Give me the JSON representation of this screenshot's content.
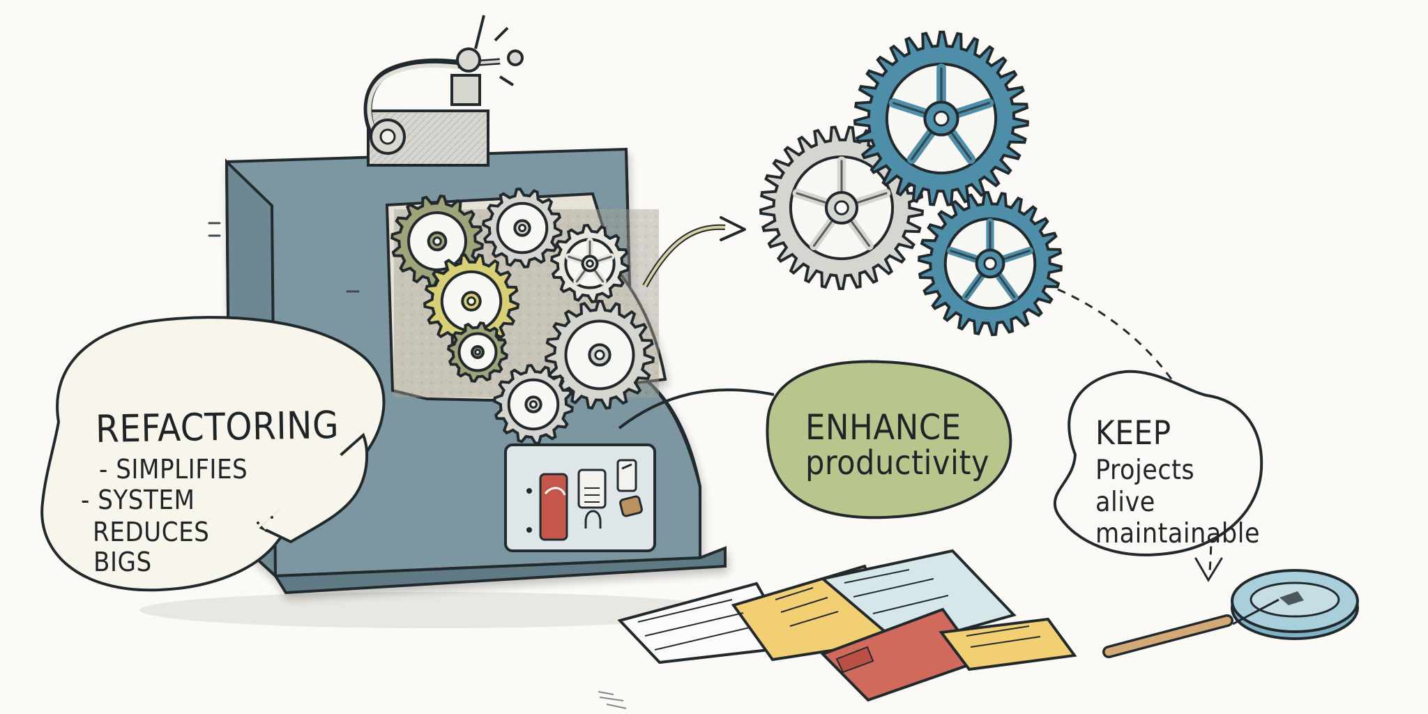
{
  "bubbles": {
    "refactoring": {
      "title": "REFACTORING",
      "line1": "- SIMPLIFIES",
      "line2": "- SYSTEM",
      "line3": "REDUCES",
      "line4": "BIGS"
    },
    "enhance": {
      "line1": "ENHANCE",
      "line2": "productivity"
    },
    "keep": {
      "line1": "KEEP",
      "line2": "Projects",
      "line3": "alive",
      "line4": "maintainable"
    }
  },
  "colors": {
    "background": "#fbfaf6",
    "machine": "#7c97a1",
    "machine_dark": "#5f7a85",
    "gear_blue": "#4f8ea8",
    "gear_silver": "#d6d6d1",
    "gear_yellow": "#d8cf76",
    "gear_olive": "#9ea57a",
    "bubble_cream": "#f8f6ec",
    "bubble_green": "#b8c58c",
    "paper_yellow": "#f1cf72",
    "paper_red": "#cf6a5d",
    "paper_blue": "#d6e7ea",
    "ink": "#1f2427"
  }
}
